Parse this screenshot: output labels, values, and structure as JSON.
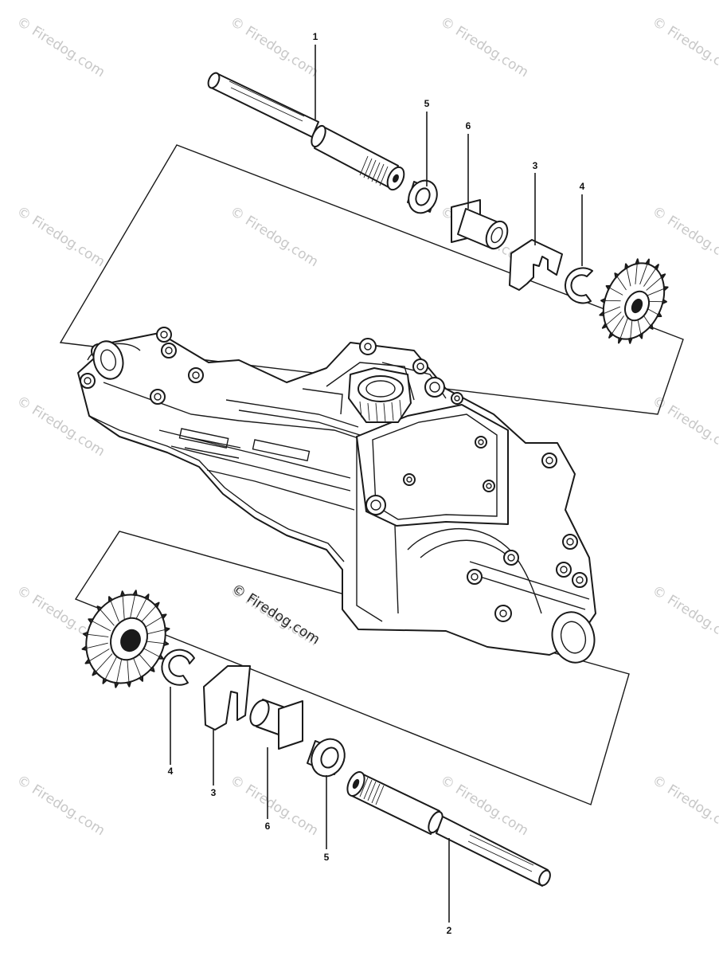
{
  "watermark": {
    "text": "© Firedog.com",
    "color": "#c8c8c8",
    "center_color": "#2a2a2a"
  },
  "callouts": {
    "top_shaft": "1",
    "top_bearing": "5",
    "top_bushing": "6",
    "top_clip": "3",
    "top_ring": "4",
    "bottom_ring": "4",
    "bottom_clip": "3",
    "bottom_bushing": "6",
    "bottom_bearing": "5",
    "bottom_shaft": "2"
  },
  "icons": {
    "gear": "bevel-gear-icon",
    "shaft": "splined-shaft-icon",
    "bearing": "ring-bearing-icon",
    "bushing": "flanged-bushing-icon",
    "clip": "retaining-clip-icon",
    "ring": "snap-ring-icon"
  }
}
